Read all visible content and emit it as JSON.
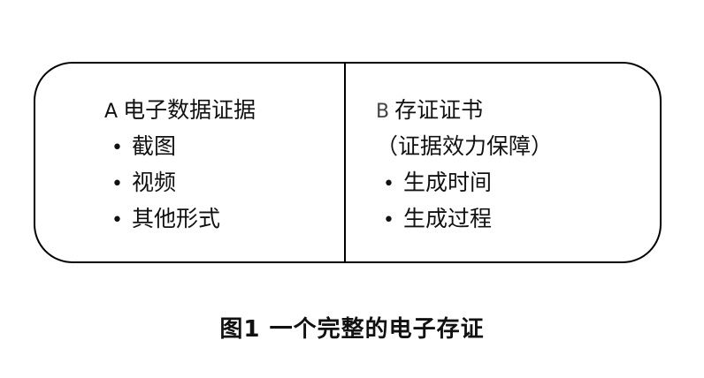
{
  "panel_a": {
    "letter": "A",
    "title": "电子数据证据",
    "bullet": "•",
    "items": [
      "截图",
      "视频",
      "其他形式"
    ]
  },
  "panel_b": {
    "letter": "B",
    "title": "存证证书",
    "subtitle": "（证据效力保障）",
    "bullet": "•",
    "items": [
      "生成时间",
      "生成过程"
    ]
  },
  "caption": "图1 一个完整的电子存证"
}
